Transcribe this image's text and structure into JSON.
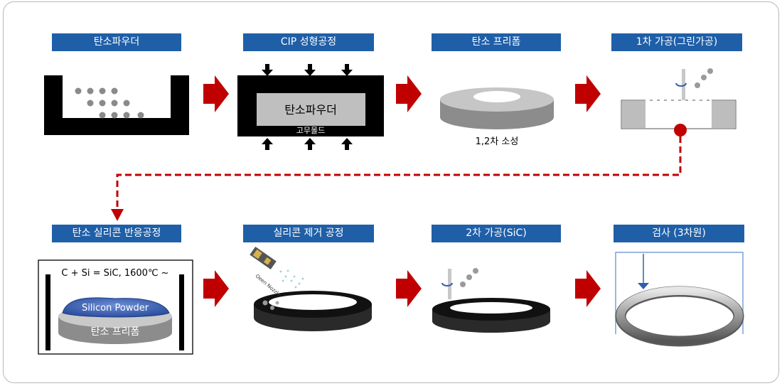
{
  "steps": [
    {
      "label": "탄소파우더"
    },
    {
      "label": "CIP 성형공정"
    },
    {
      "label": "탄소 프리폼"
    },
    {
      "label": "1차 가공(그린가공)"
    },
    {
      "label": "탄소 실리콘 반응공정"
    },
    {
      "label": "실리콘 제거 공정"
    },
    {
      "label": "2차 가공(SiC)"
    },
    {
      "label": "검사 (3차원)"
    }
  ],
  "cip": {
    "inner_label": "탄소파우더",
    "mold_label": "고무몰드"
  },
  "preform": {
    "caption": "1,2차 소성"
  },
  "reaction": {
    "formula": "C + Si = SiC, 1600℃ ~",
    "powder_label": "Silicon Powder",
    "base_label": "탄소 프리폼"
  },
  "removal": {
    "nozzle_label": "Oeen Nozzle"
  },
  "colors": {
    "label_bg": "#1f5fa8",
    "arrow": "#c00000",
    "dashed_line": "#c00000"
  }
}
